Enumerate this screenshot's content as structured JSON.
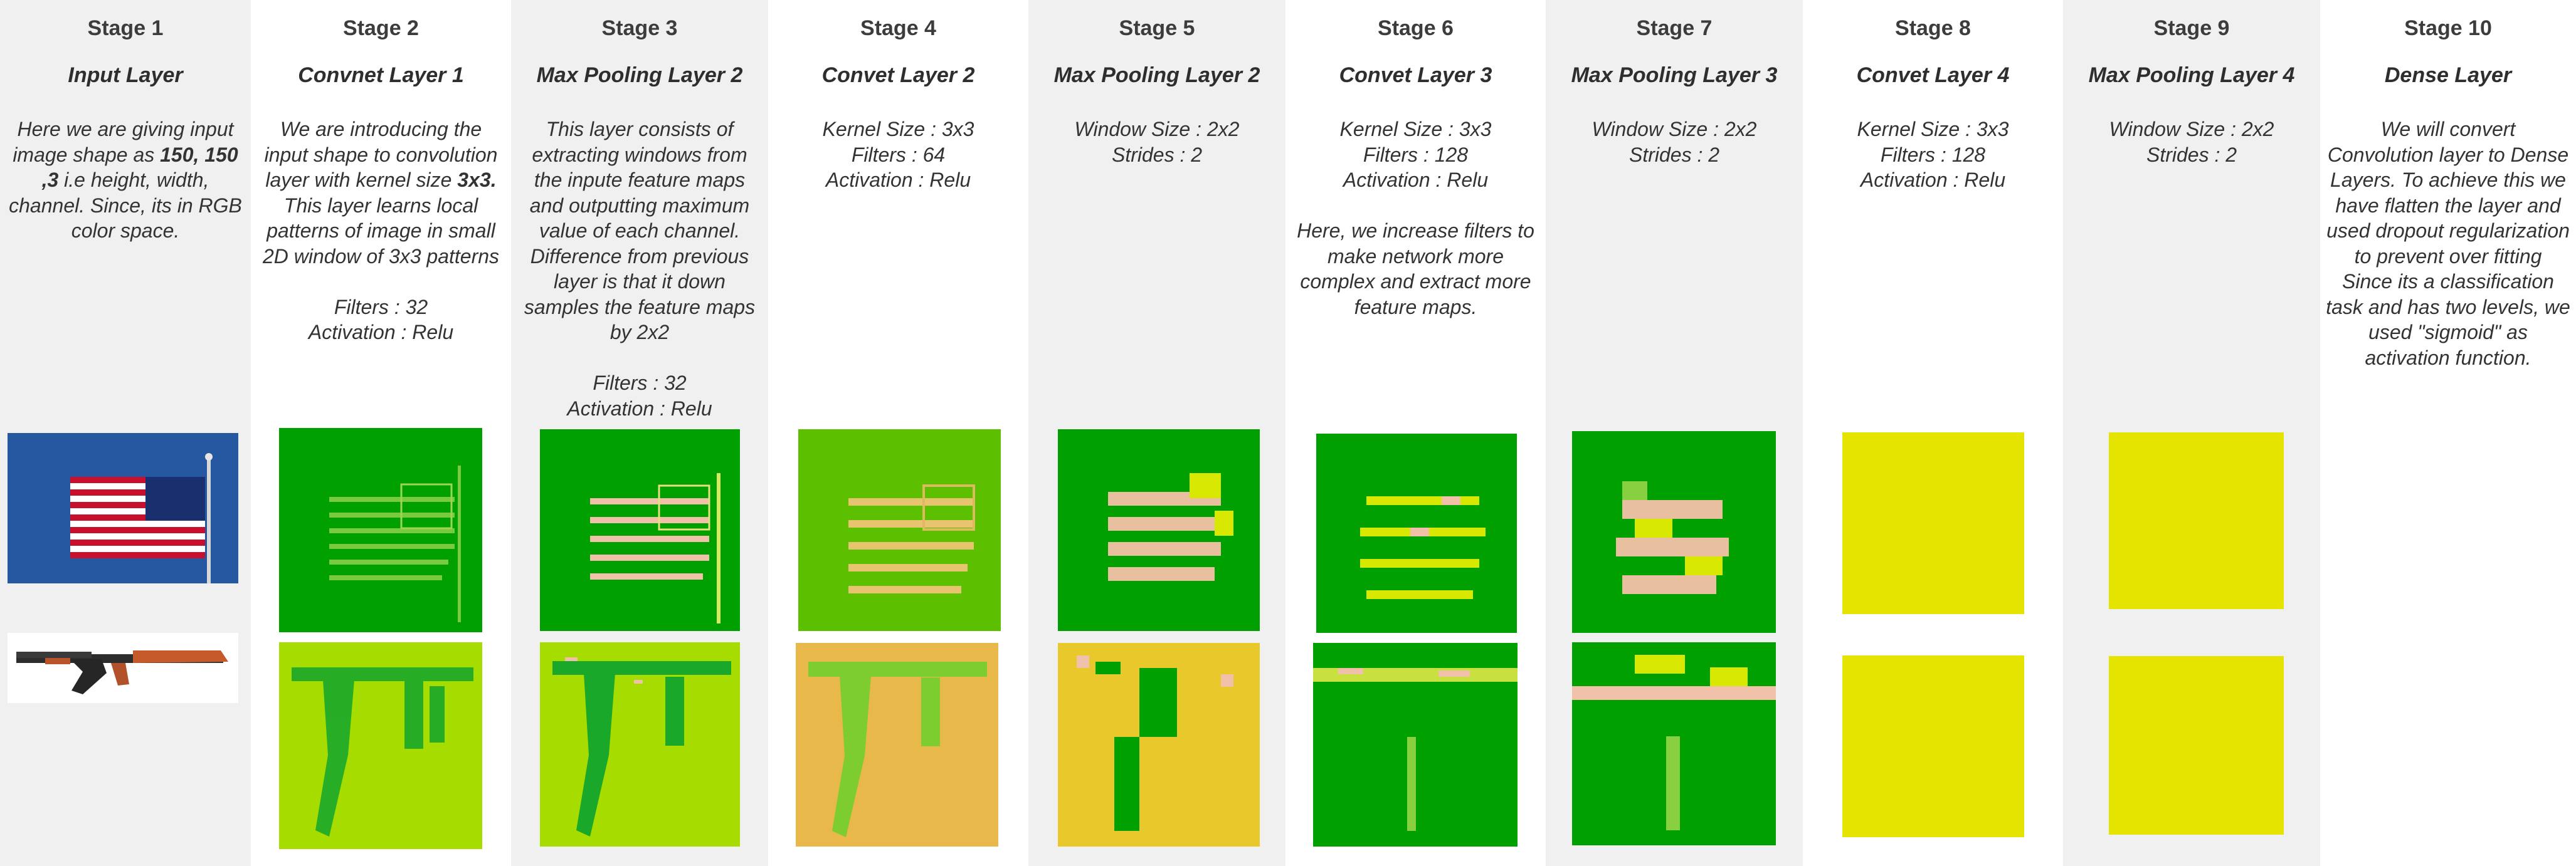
{
  "stages": [
    {
      "stage": "Stage 1",
      "layer": "Input Layer",
      "description_parts": [
        "Here we are giving input image shape as ",
        "150, 150 ,3",
        " i.e height, width, channel. Since, its in RGB color space."
      ]
    },
    {
      "stage": "Stage 2",
      "layer": "Convnet Layer 1",
      "description_parts": [
        "We are introducing the input shape to convolution layer with kernel size ",
        "3x3.",
        "\nThis layer learns local patterns of image in small 2D window of 3x3 patterns\n\nFilters : 32\nActivation : Relu"
      ]
    },
    {
      "stage": "Stage 3",
      "layer": "Max Pooling Layer 2",
      "description": "This layer consists of extracting windows from the inpute feature maps and outputting maximum value of each channel. Difference from previous layer is that it down samples the feature maps by 2x2\n\nFilters : 32\nActivation : Relu"
    },
    {
      "stage": "Stage 4",
      "layer": "Convet Layer 2",
      "description": "Kernel Size : 3x3\nFilters : 64\nActivation : Relu"
    },
    {
      "stage": "Stage 5",
      "layer": "Max Pooling Layer 2",
      "description": "Window Size : 2x2\nStrides : 2"
    },
    {
      "stage": "Stage 6",
      "layer": "Convet Layer 3",
      "description": "Kernel Size : 3x3\nFilters : 128\nActivation : Relu\n\nHere, we increase filters to make network more complex and extract more feature maps."
    },
    {
      "stage": "Stage 7",
      "layer": "Max Pooling Layer 3",
      "description": "Window Size : 2x2\nStrides : 2"
    },
    {
      "stage": "Stage 8",
      "layer": "Convet Layer 4",
      "description": "Kernel Size : 3x3\nFilters : 128\nActivation : Relu"
    },
    {
      "stage": "Stage 9",
      "layer": "Max Pooling Layer 4",
      "description": "Window Size : 2x2\nStrides : 2"
    },
    {
      "stage": "Stage 10",
      "layer": "Dense Layer",
      "description": "We will convert Convolution layer to Dense Layers. To achieve this we have flatten the layer and used dropout regularization to prevent over fitting\nSince its a classification task and has two levels, we used \"sigmoid\" as activation function."
    }
  ],
  "images": {
    "input_top": "american-flag-photo",
    "input_bottom": "assault-rifle-photo",
    "feature_map_colors": {
      "bright_green": "#5cc000",
      "dark_green": "#00a000",
      "lime": "#a6dc00",
      "orange_tan": "#e8b84a",
      "yellow": "#e4e400",
      "pink": "#f0c0a8"
    }
  }
}
